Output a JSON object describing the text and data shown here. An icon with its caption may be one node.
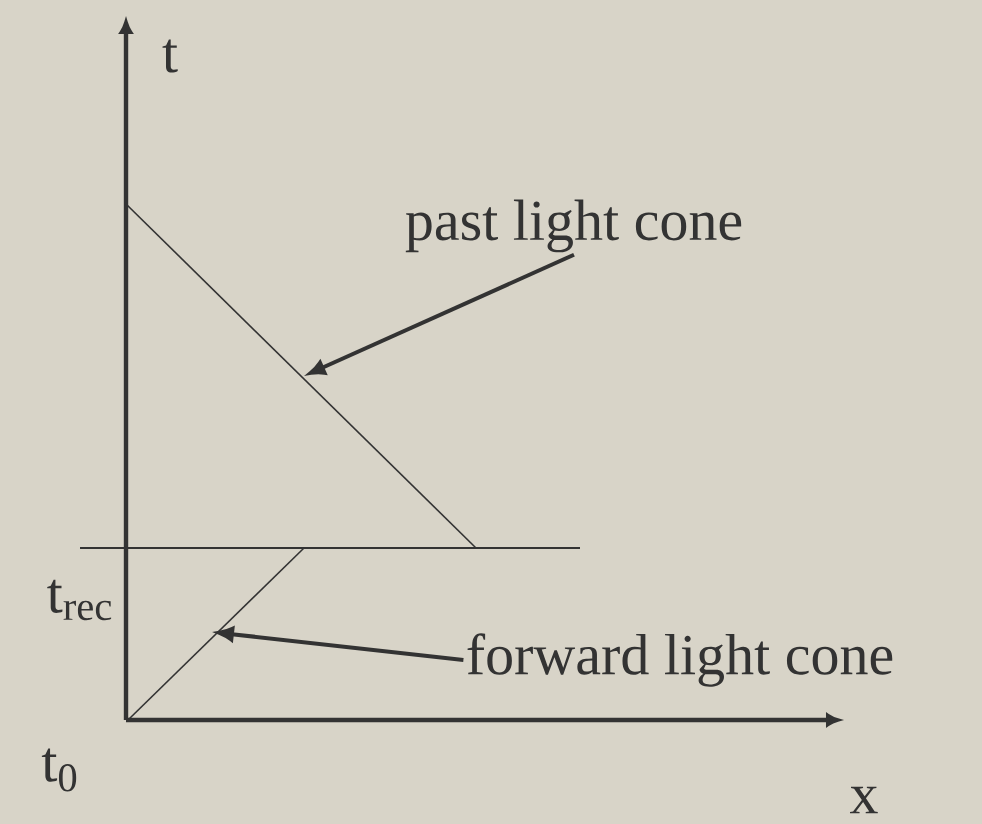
{
  "diagram": {
    "nodes": [
      {
        "text": [
          "past light cone"
        ]
      },
      {
        "text": [
          "forward light cone"
        ]
      }
    ],
    "edges": [
      {
        "from": 0,
        "to": null,
        "arrow": "to"
      },
      {
        "from": 1,
        "to": null,
        "arrow": "to"
      }
    ],
    "labels": [
      "t",
      "t$_{rec}$",
      "t$_{0}$",
      "x"
    ]
  }
}
